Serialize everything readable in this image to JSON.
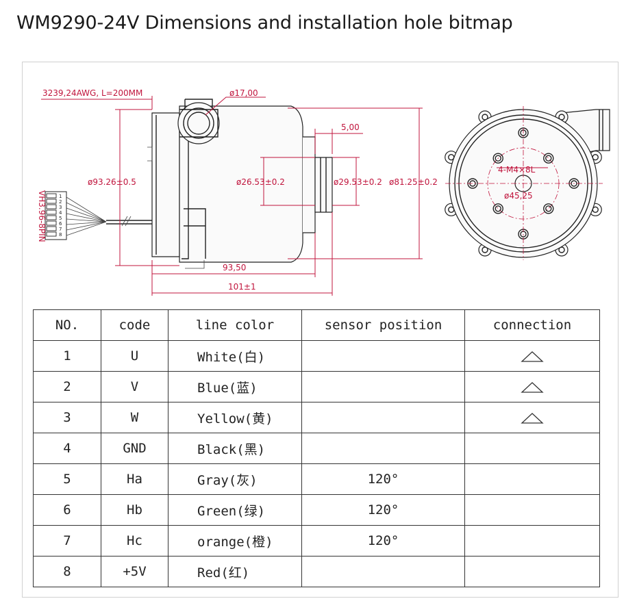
{
  "title": "WM9290-24V Dimensions and installation hole bitmap",
  "drawing": {
    "wire_spec": "3239,24AWG, L=200MM",
    "connector_label": "VH3.96-8PIN",
    "connector_pins": [
      "1",
      "2",
      "3",
      "4",
      "5",
      "6",
      "7",
      "8"
    ],
    "dim_outlet_dia": "ø17,00",
    "dim_body_dia": "ø93.26±0.5",
    "dim_inner_dia": "ø26.53±0.2",
    "dim_shaft_dia": "ø29.53±0.2",
    "dim_flange_dia": "ø81.25±0.2",
    "dim_shaft_len": "5,00",
    "dim_body_len": "93,50",
    "dim_total_len": "101±1",
    "holes_label": "4-M4×8L",
    "pcd_label": "ø45,25"
  },
  "table": {
    "headers": [
      "NO.",
      "code",
      "line color",
      "sensor position",
      "connection"
    ],
    "rows": [
      {
        "no": "1",
        "code": "U",
        "color": "White(白)",
        "sensor": "",
        "connection": "triangle"
      },
      {
        "no": "2",
        "code": "V",
        "color": "Blue(蓝)",
        "sensor": "",
        "connection": "triangle"
      },
      {
        "no": "3",
        "code": "W",
        "color": "Yellow(黄)",
        "sensor": "",
        "connection": "triangle"
      },
      {
        "no": "4",
        "code": "GND",
        "color": "Black(黑)",
        "sensor": "",
        "connection": ""
      },
      {
        "no": "5",
        "code": "Ha",
        "color": "Gray(灰)",
        "sensor": "120°",
        "connection": ""
      },
      {
        "no": "6",
        "code": "Hb",
        "color": "Green(绿)",
        "sensor": "120°",
        "connection": ""
      },
      {
        "no": "7",
        "code": "Hc",
        "color": "orange(橙)",
        "sensor": "120°",
        "connection": ""
      },
      {
        "no": "8",
        "code": "+5V",
        "color": "Red(红)",
        "sensor": "",
        "connection": ""
      }
    ]
  },
  "colors": {
    "dimension": "#c0143c",
    "outline": "#222222",
    "frame": "#d0d0d0"
  }
}
